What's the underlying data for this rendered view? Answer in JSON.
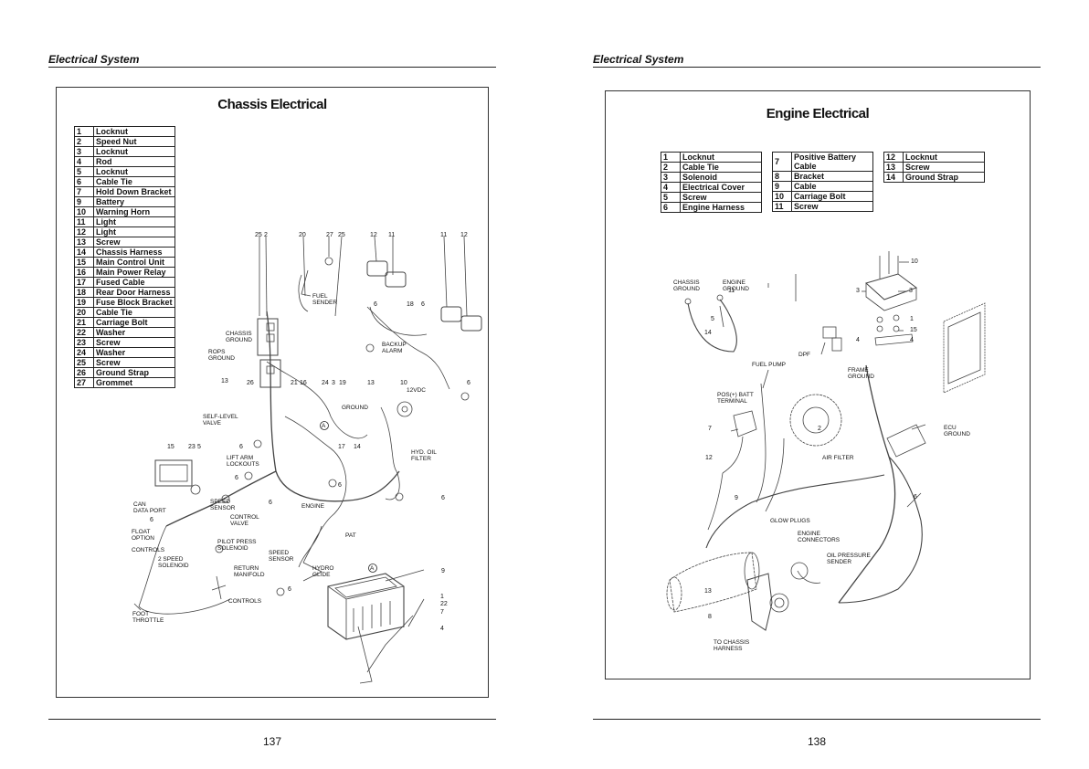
{
  "left_page": {
    "header": "Electrical System",
    "page_number": "137",
    "diagram_title": "Chassis Electrical",
    "parts": [
      {
        "n": "1",
        "name": "Locknut"
      },
      {
        "n": "2",
        "name": "Speed Nut"
      },
      {
        "n": "3",
        "name": "Locknut"
      },
      {
        "n": "4",
        "name": "Rod"
      },
      {
        "n": "5",
        "name": "Locknut"
      },
      {
        "n": "6",
        "name": "Cable Tie"
      },
      {
        "n": "7",
        "name": "Hold Down Bracket"
      },
      {
        "n": "9",
        "name": "Battery"
      },
      {
        "n": "10",
        "name": "Warning Horn"
      },
      {
        "n": "11",
        "name": "Light"
      },
      {
        "n": "12",
        "name": "Light"
      },
      {
        "n": "13",
        "name": "Screw"
      },
      {
        "n": "14",
        "name": "Chassis Harness"
      },
      {
        "n": "15",
        "name": "Main Control Unit"
      },
      {
        "n": "16",
        "name": "Main Power Relay"
      },
      {
        "n": "17",
        "name": "Fused Cable"
      },
      {
        "n": "18",
        "name": "Rear Door Harness"
      },
      {
        "n": "19",
        "name": "Fuse Block Bracket"
      },
      {
        "n": "20",
        "name": "Cable Tie"
      },
      {
        "n": "21",
        "name": "Carriage Bolt"
      },
      {
        "n": "22",
        "name": "Washer"
      },
      {
        "n": "23",
        "name": "Screw"
      },
      {
        "n": "24",
        "name": "Washer"
      },
      {
        "n": "25",
        "name": "Screw"
      },
      {
        "n": "26",
        "name": "Ground Strap"
      },
      {
        "n": "27",
        "name": "Grommet"
      }
    ],
    "labels": {
      "fuel_sender": "FUEL\nSENDER",
      "chassis_ground": "CHASSIS\nGROUND",
      "rops_ground": "ROPS\nGROUND",
      "backup_alarm": "BACKUP\nALARM",
      "ground": "GROUND",
      "v12": "12VDC",
      "self_level": "SELF-LEVEL\nVALVE",
      "lift_arm": "LIFT ARM\nLOCKOUTS",
      "hyd_oil": "HYD. OIL\nFILTER",
      "can_port": "CAN\nDATA PORT",
      "speed_sensor1": "SPEED\nSENSOR",
      "control_valve": "CONTROL\nVALVE",
      "engine": "ENGINE",
      "pat": "PAT",
      "float_option": "FLOAT\nOPTION",
      "controls1": "CONTROLS",
      "pilot_press": "PILOT PRESS\nSOLENOID",
      "two_speed": "2 SPEED\nSOLENOID",
      "speed_sensor2": "SPEED\nSENSOR",
      "return_manifold": "RETURN\nMANIFOLD",
      "hydro_glide": "HYDRO\nGLIDE",
      "controls2": "CONTROLS",
      "foot_throttle": "FOOT\nTHROTTLE",
      "a1": "A",
      "a2": "A"
    }
  },
  "right_page": {
    "header": "Electrical System",
    "page_number": "138",
    "diagram_title": "Engine Electrical",
    "parts_col1": [
      {
        "n": "1",
        "name": "Locknut"
      },
      {
        "n": "2",
        "name": "Cable Tie"
      },
      {
        "n": "3",
        "name": "Solenoid"
      },
      {
        "n": "4",
        "name": "Electrical Cover"
      },
      {
        "n": "5",
        "name": "Screw"
      },
      {
        "n": "6",
        "name": "Engine Harness"
      }
    ],
    "parts_col2": [
      {
        "n": "7",
        "name": "Positive Battery\nCable"
      },
      {
        "n": "8",
        "name": "Bracket"
      },
      {
        "n": "9",
        "name": "Cable"
      },
      {
        "n": "10",
        "name": "Carriage Bolt"
      },
      {
        "n": "11",
        "name": "Screw"
      }
    ],
    "parts_col3": [
      {
        "n": "12",
        "name": "Locknut"
      },
      {
        "n": "13",
        "name": "Screw"
      },
      {
        "n": "14",
        "name": "Ground Strap"
      }
    ],
    "labels": {
      "chassis_ground": "CHASSIS\nGROUND",
      "engine_ground": "ENGINE\nGROUND",
      "dpf": "DPF",
      "fuel_pump": "FUEL PUMP",
      "frame_ground": "FRAME\nGROUND",
      "pos_batt": "POS(+) BATT\nTERMINAL",
      "air_filter": "AIR FILTER",
      "ecu_ground": "ECU\nGROUND",
      "glow_plugs": "GLOW PLUGS",
      "engine_connectors": "ENGINE\nCONNECTORS",
      "oil_pressure": "OIL PRESSURE\nSENDER",
      "to_chassis": "TO CHASSIS\nHARNESS"
    }
  }
}
